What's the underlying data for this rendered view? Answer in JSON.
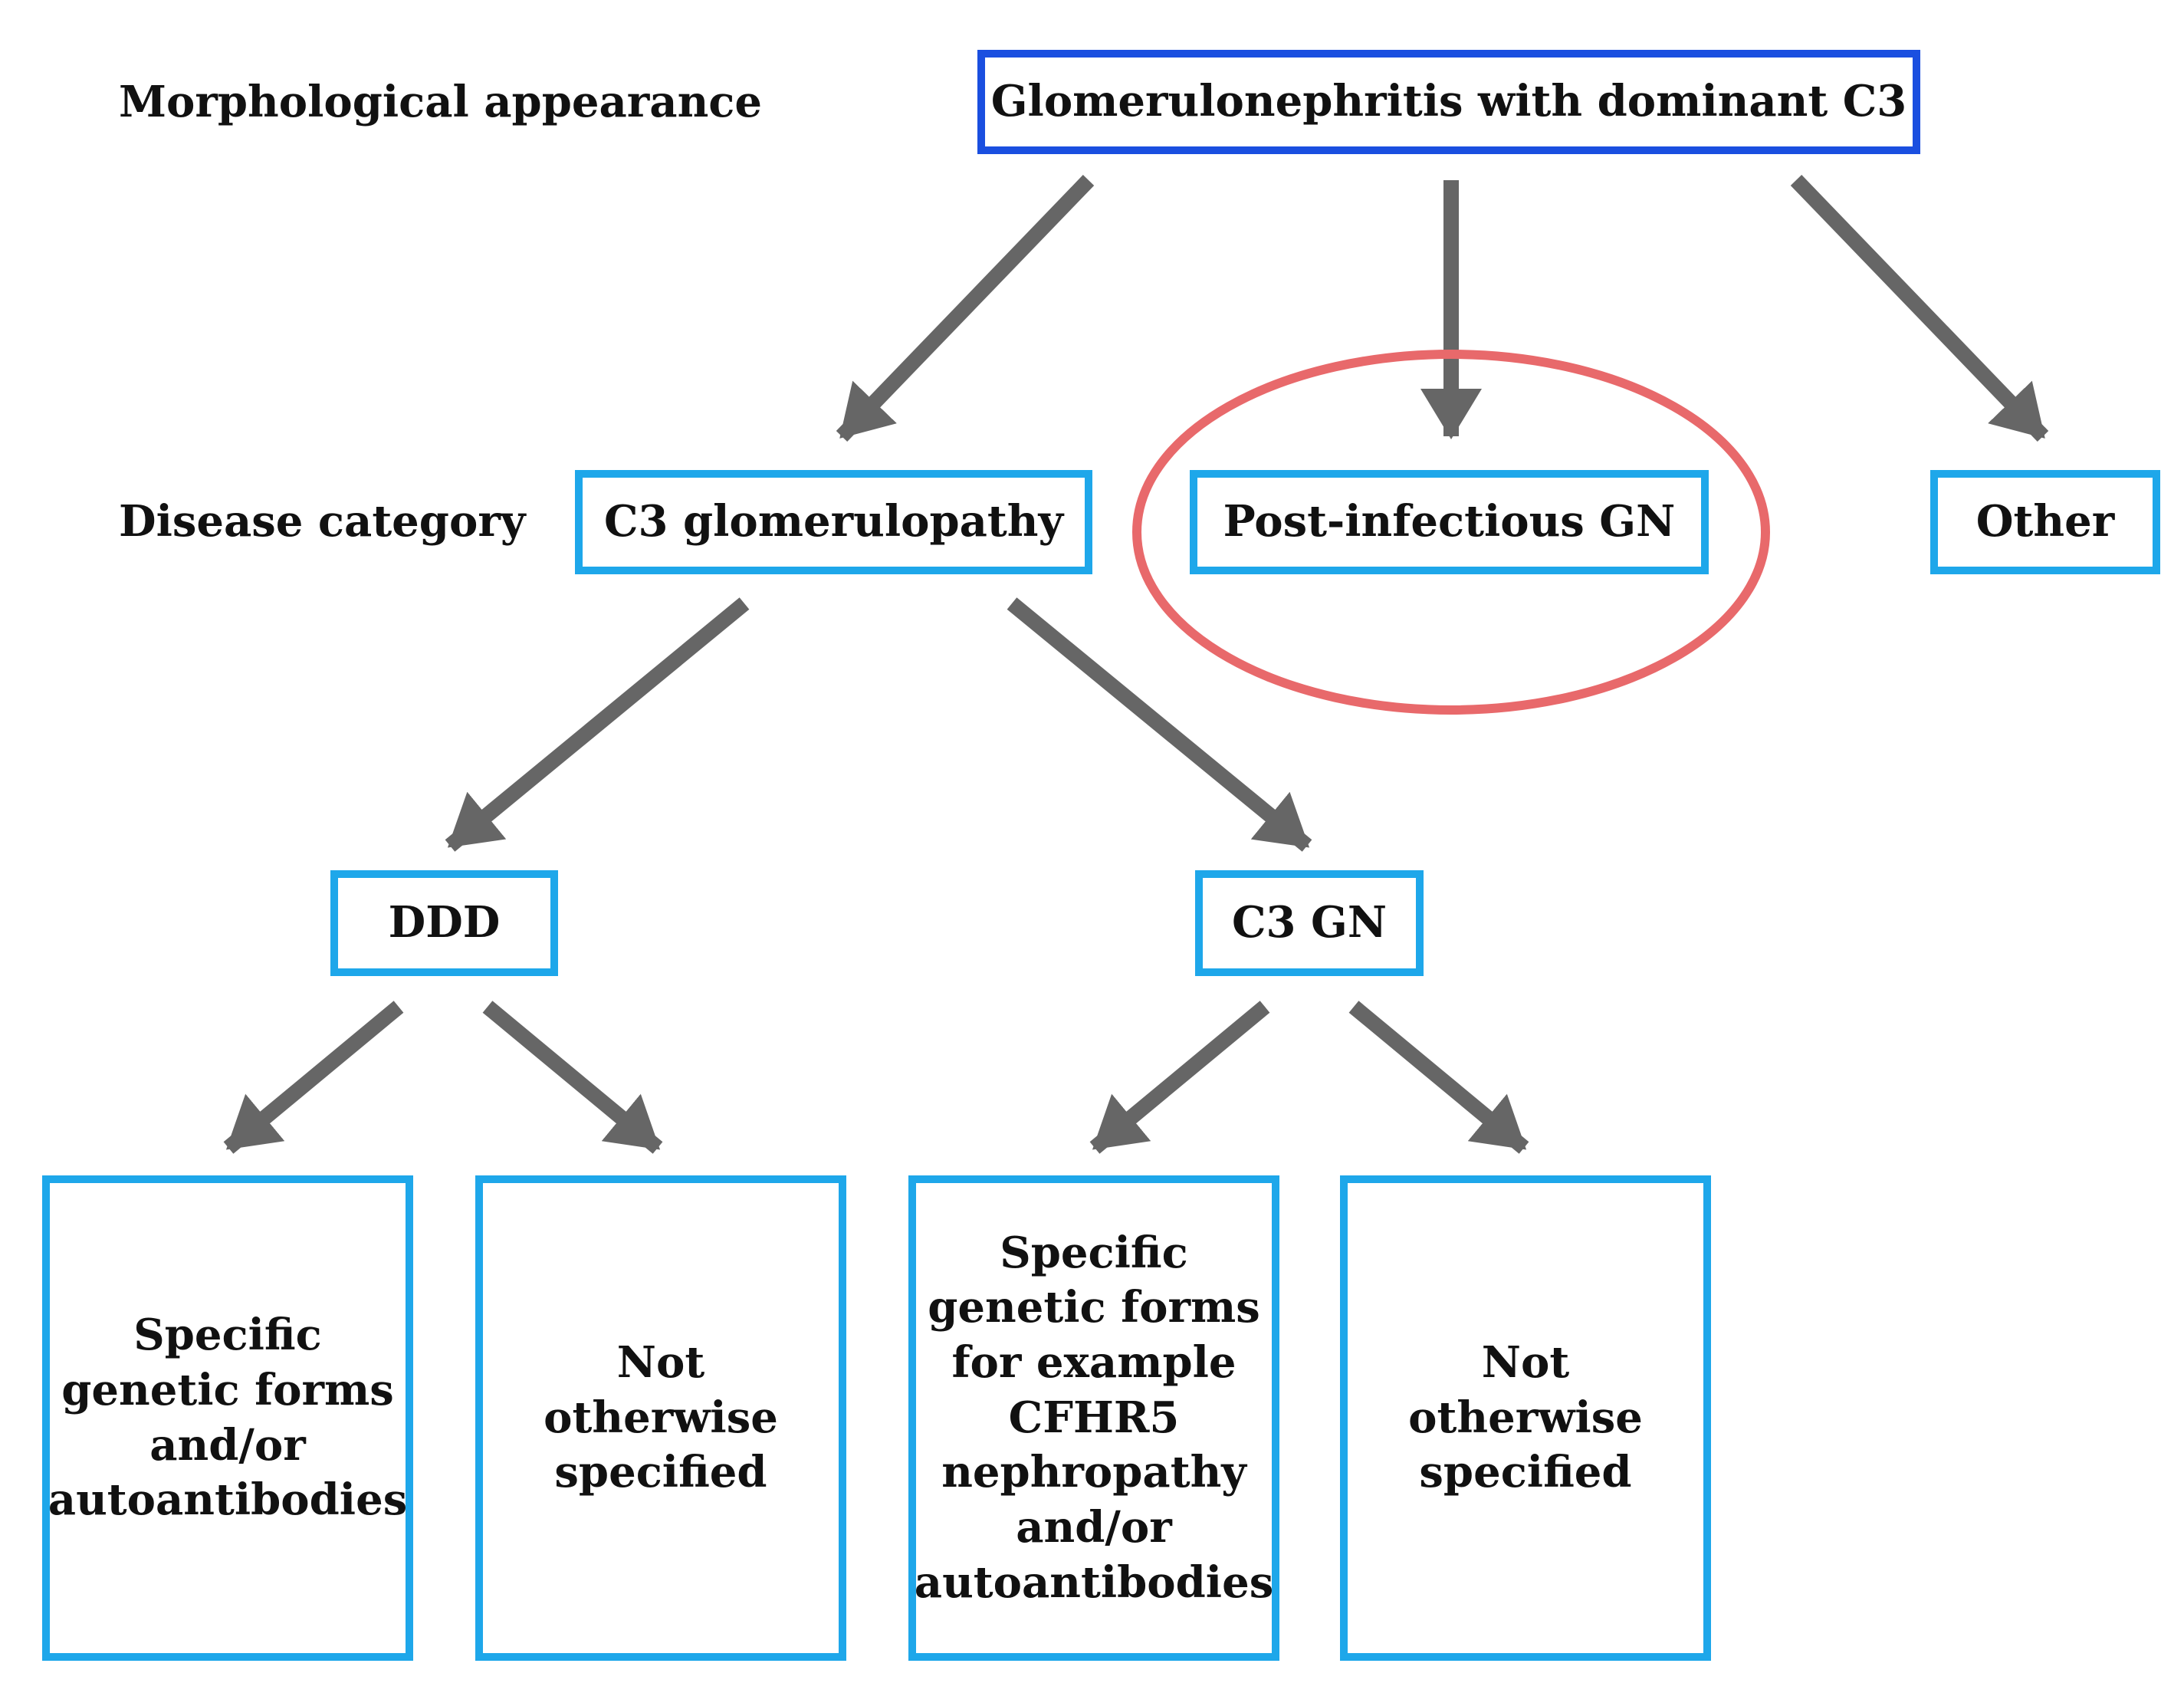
{
  "levels": {
    "morphological": "Morphological appearance",
    "disease_category": "Disease category"
  },
  "nodes": {
    "root": "Glomerulonephritis with dominant C3",
    "c3_glomerulopathy": "C3 glomerulopathy",
    "post_infectious": "Post-infectious GN",
    "other": "Other",
    "ddd": "DDD",
    "c3gn": "C3 GN",
    "ddd_genetic": "Specific\ngenetic forms\nand/or\nautoantibodies",
    "ddd_nos": "Not\notherwise\nspecified",
    "c3gn_genetic": "Specific\ngenetic forms\nfor example\nCFHR5\nnephropathy\nand/or\nautoantibodies",
    "c3gn_nos": "Not\notherwise\nspecified"
  },
  "colors": {
    "root_border": "#1a4fe0",
    "node_border": "#1ea7ea",
    "arrow": "#666666",
    "highlight": "#e8696b"
  },
  "highlight": "post_infectious"
}
